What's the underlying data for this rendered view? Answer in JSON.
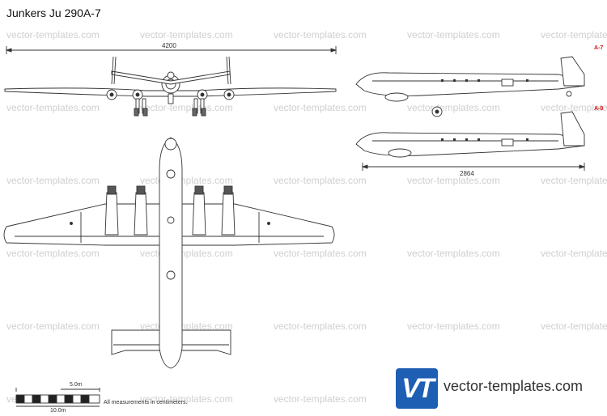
{
  "title": "Junkers Ju 290A-7",
  "watermark_text": "vector-templates.com",
  "dimensions": {
    "wingspan": "4200",
    "length": "2864"
  },
  "variants": {
    "top": "A-7",
    "bottom": "A-8"
  },
  "scale": {
    "upper": "5.0m",
    "lower": "10.0m",
    "note": "All measurements in centimeters."
  },
  "logo": {
    "mark": "VT",
    "text": "vector-templates.com",
    "color": "#1e5fb4"
  }
}
